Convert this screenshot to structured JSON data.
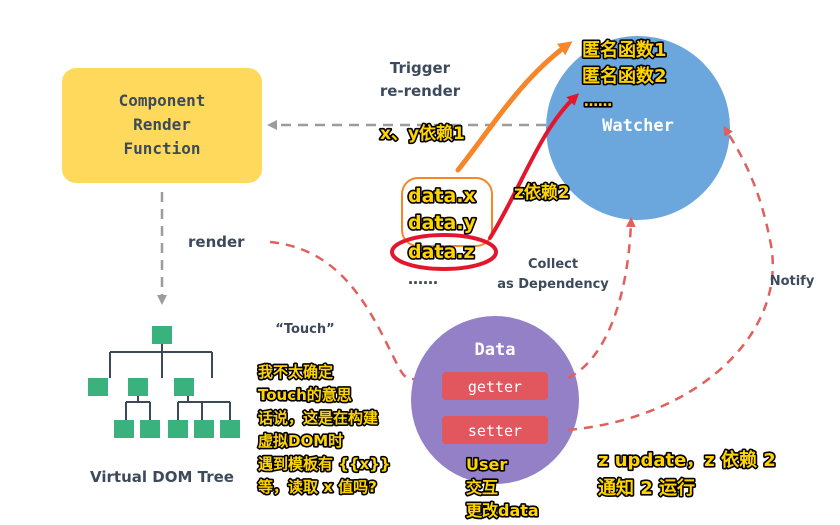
{
  "nodes": {
    "component": {
      "line1": "Component",
      "line2": "Render",
      "line3": "Function"
    },
    "watcher": {
      "label": "Watcher"
    },
    "data_node": {
      "label": "Data",
      "getter": "getter",
      "setter": "setter"
    },
    "vdom_caption": "Virtual DOM Tree"
  },
  "edges": {
    "trigger_line1": "Trigger",
    "trigger_line2": "re-render",
    "render": "render",
    "touch": "“Touch”",
    "collect_line1": "Collect",
    "collect_line2": "as Dependency",
    "notify": "Notify"
  },
  "annotations": {
    "anon1": "匿名函数1",
    "anon2": "匿名函数2",
    "dots_top": "……",
    "xy_dep": "x、y依赖1",
    "z_dep": "z依赖2",
    "data_x": "data.x",
    "data_y": "data.y",
    "data_z": "data.z",
    "dots_bottom": "……",
    "question_lines": [
      "我不太确定",
      "Touch的意思",
      "话说，这是在构建",
      "虚拟DOM时",
      "遇到模板有 {{x}}",
      "等，读取 x 值吗?"
    ],
    "user_lines": [
      "User",
      "交互",
      "更改data"
    ],
    "zupdate_line1": "z update，z 依赖 2",
    "zupdate_line2": "通知 2 运行"
  },
  "colors": {
    "component_fill": "#ffd95c",
    "watcher_fill": "#6ba7dd",
    "data_fill": "#9480c7",
    "pill_fill": "#e1575d",
    "cube_fill": "#39b27e",
    "dashed_gray": "#9c9c9c",
    "dashed_red": "#e0605c",
    "orange": "#f5862a",
    "red": "#e3162e",
    "highlight": "#ffd400"
  }
}
